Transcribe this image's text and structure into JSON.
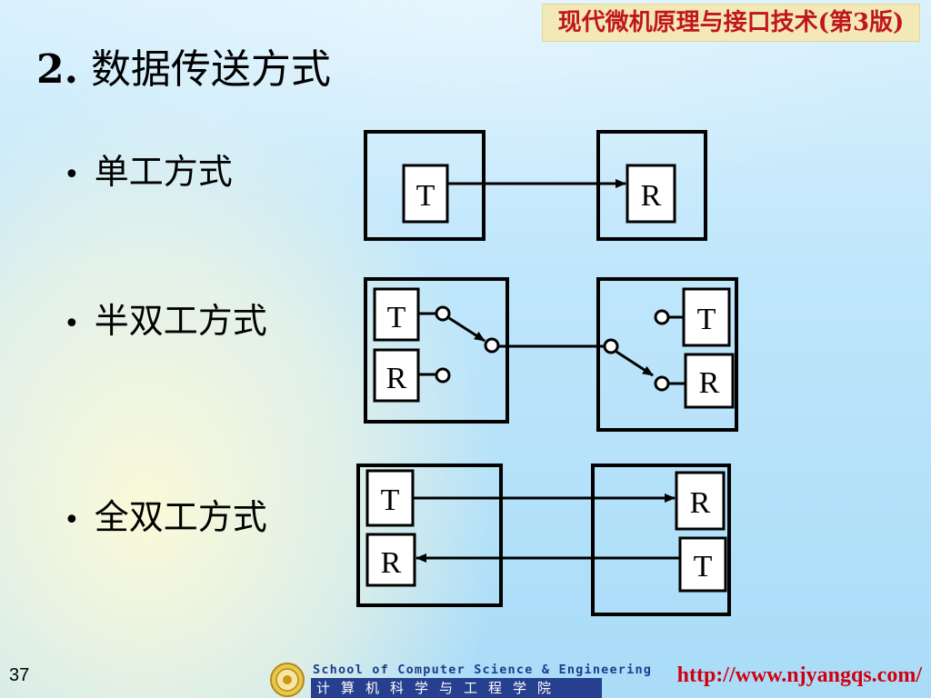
{
  "header": {
    "book_title": "现代微机原理与接口技术(第3版)",
    "title_number": "2.",
    "title_text": "数据传送方式"
  },
  "bullets": [
    {
      "label": "单工方式"
    },
    {
      "label": "半双工方式"
    },
    {
      "label": "全双工方式"
    }
  ],
  "diagrams": {
    "simplex": {
      "left_unit": "T",
      "right_unit": "R"
    },
    "half_duplex": {
      "left_top": "T",
      "left_bottom": "R",
      "right_top": "T",
      "right_bottom": "R"
    },
    "full_duplex": {
      "left_top": "T",
      "left_bottom": "R",
      "right_top": "R",
      "right_bottom": "T"
    }
  },
  "footer": {
    "slide_number": "37",
    "school_en": "School of Computer Science & Engineering",
    "school_cn": "计算机科学与工程学院",
    "url": "http://www.njyangqs.com/"
  },
  "colors": {
    "title_red": "#c0161c",
    "footer_blue": "#263f8e",
    "url_red": "#d0000f"
  }
}
